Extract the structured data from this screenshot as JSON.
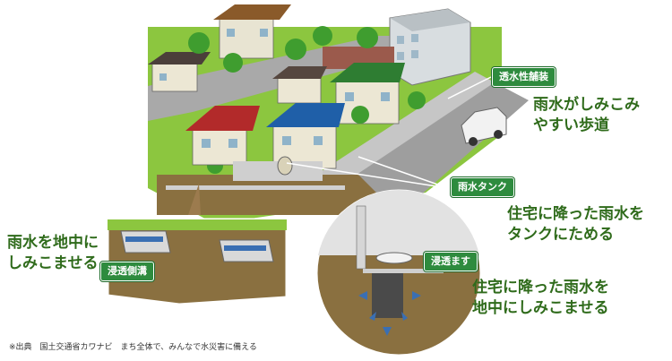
{
  "labels": {
    "permeable_pavement_tag": "透水性舗装",
    "sidewalk_caption_line1": "雨水がしみこみ",
    "sidewalk_caption_line2": "やすい歩道",
    "rain_tank_tag": "雨水タンク",
    "tank_caption_line1": "住宅に降った雨水を",
    "tank_caption_line2": "タンクにためる",
    "infiltration_basin_tag": "浸透ます",
    "basin_caption_line1": "住宅に降った雨水を",
    "basin_caption_line2": "地中にしみこませる",
    "ground_caption_line1": "雨水を地中に",
    "ground_caption_line2": "しみこませる",
    "infiltration_gutter_tag": "浸透側溝"
  },
  "source_note": "※出典　国土交通省カワナビ　まち全体で、みんなで水災害に備える",
  "colors": {
    "label_green": "#2e8b3e",
    "caption_green": "#2f6b1b",
    "roof_red": "#b22a2a",
    "roof_blue": "#1f5fa8",
    "roof_green": "#2e7d32",
    "roof_brown": "#7a4a1e",
    "grass": "#7bbf3a",
    "soil": "#8a7040"
  }
}
